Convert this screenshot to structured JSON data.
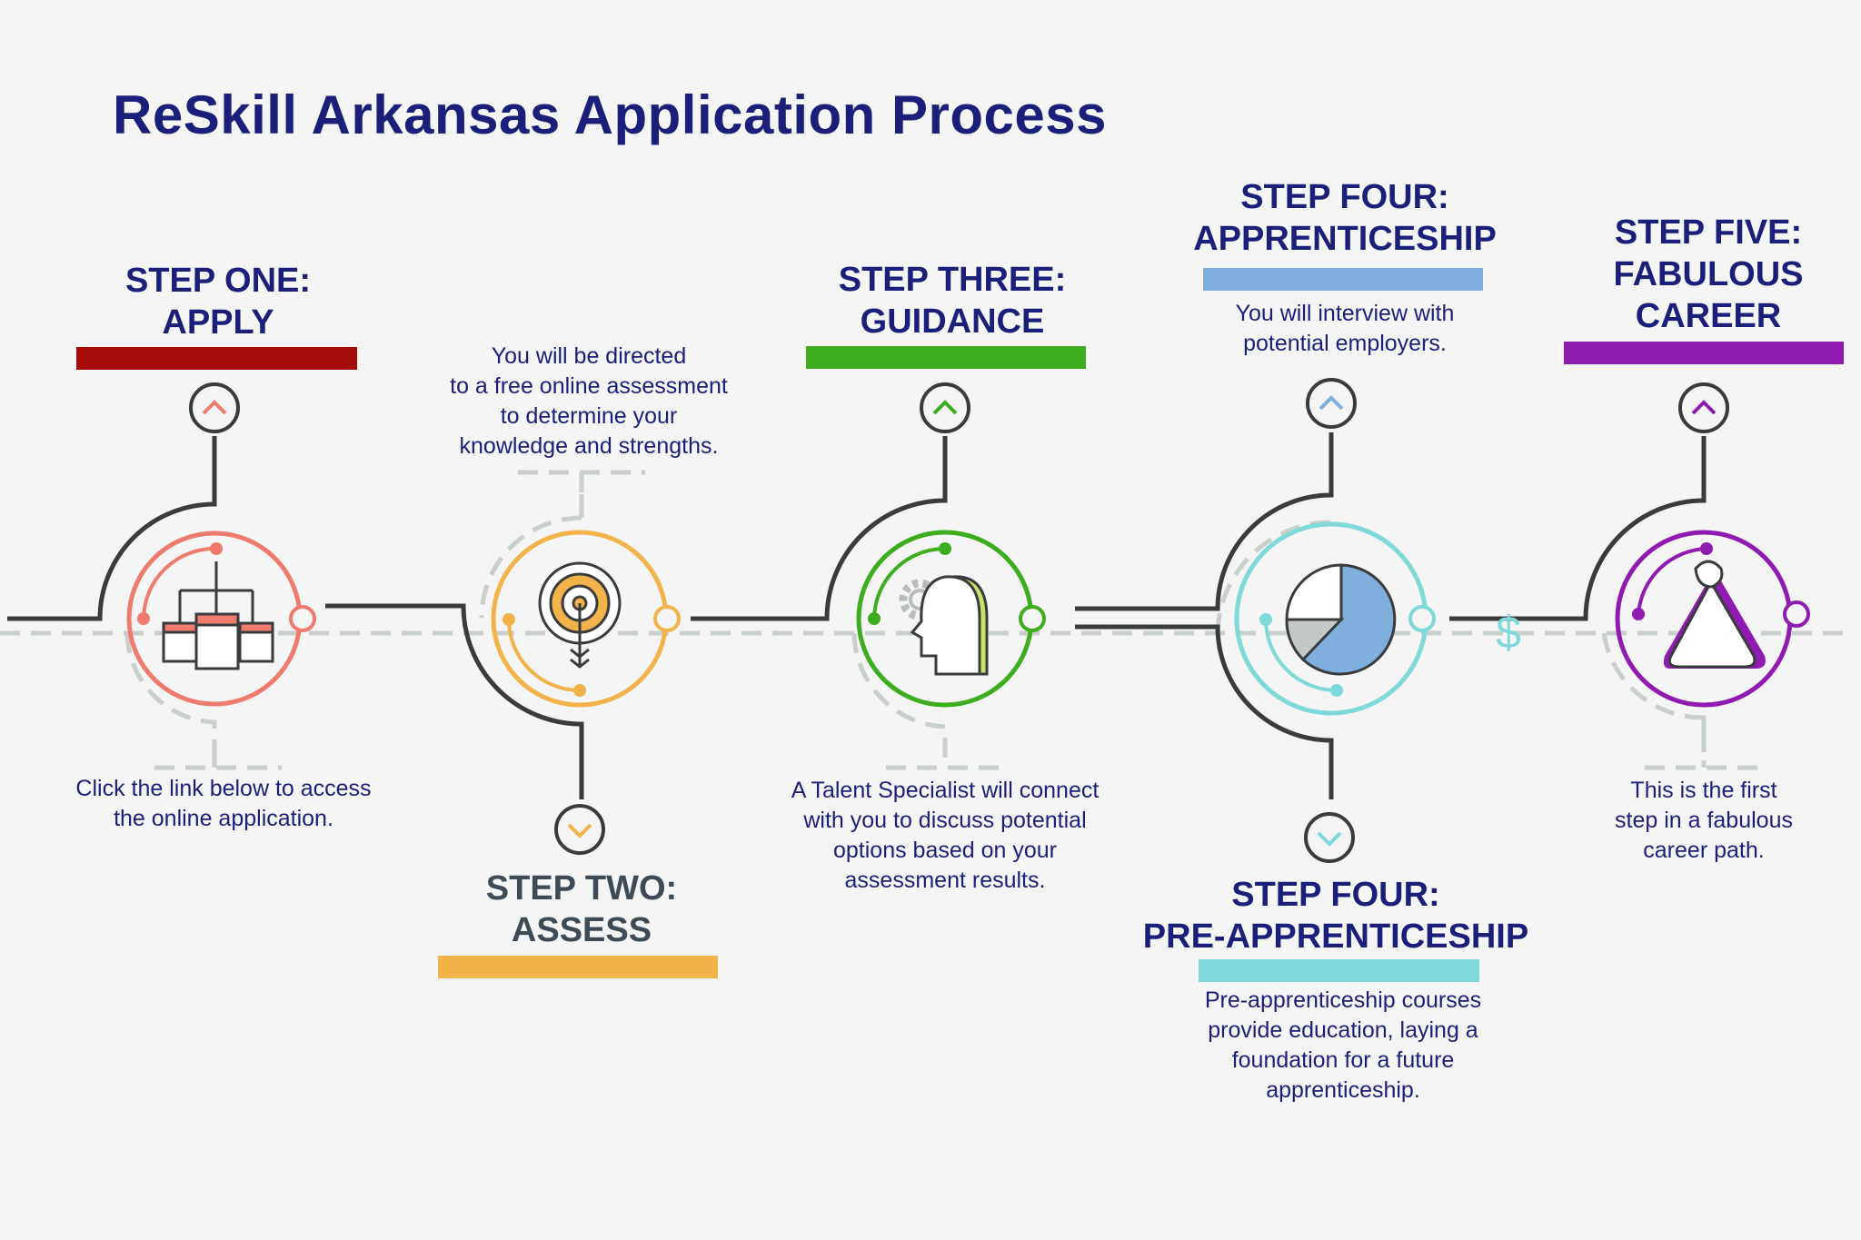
{
  "title": "ReSkill Arkansas Application Process",
  "colors": {
    "step1": "#a50b0b",
    "step1_ring": "#ef7a6e",
    "step2": "#f2b44a",
    "step3": "#3dad1f",
    "step4_top": "#7fb0dd",
    "step4_bottom": "#7fd9d9",
    "step5": "#8f1bb0",
    "track": "#3a3b3d",
    "dashed": "#c9d0cc",
    "heading": "#1b1f7a",
    "heading_gray": "#3e4a55"
  },
  "steps": [
    {
      "id": "step1",
      "heading_line1": "STEP ONE:",
      "heading_line2": "APPLY",
      "description": [
        "Click the link below to access",
        "the online application."
      ],
      "icon": "org-chart-icon"
    },
    {
      "id": "step2",
      "heading_line1": "STEP TWO:",
      "heading_line2": "ASSESS",
      "description": [
        "You will be directed",
        "to a free online assessment",
        "to determine your",
        "knowledge and strengths."
      ],
      "icon": "target-arrow-icon"
    },
    {
      "id": "step3",
      "heading_line1": "STEP THREE:",
      "heading_line2": "GUIDANCE",
      "description": [
        "A Talent Specialist will connect",
        "with you to discuss potential",
        "options based on your",
        "assessment results."
      ],
      "icon": "head-gear-icon"
    },
    {
      "id": "step4a",
      "heading_line1": "STEP FOUR:",
      "heading_line2": "APPRENTICESHIP",
      "description": [
        "You will interview with",
        "potential employers."
      ],
      "icon": "pie-chart-icon"
    },
    {
      "id": "step4b",
      "heading_line1": "STEP FOUR:",
      "heading_line2": "PRE-APPRENTICESHIP",
      "description": [
        "Pre-apprenticeship courses",
        "provide education, laying a",
        "foundation for a future",
        "apprenticeship."
      ],
      "icon": "pie-chart-icon"
    },
    {
      "id": "step5",
      "heading_line1": "STEP FIVE:",
      "heading_line2": "FABULOUS",
      "heading_line3": "CAREER",
      "description": [
        "This is the first",
        "step in a fabulous",
        "career path."
      ],
      "icon": "money-bag-icon"
    }
  ],
  "dollar_sign": "$"
}
